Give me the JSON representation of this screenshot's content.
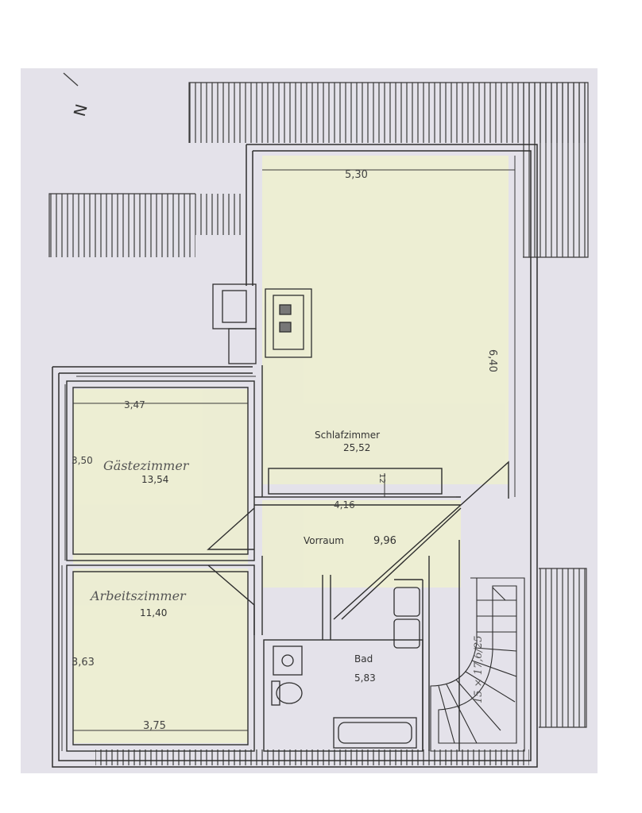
{
  "compass": {
    "label": "N"
  },
  "rooms": {
    "schlafzimmer": {
      "name": "Schlafzimmer",
      "area": "25,52"
    },
    "gaestezimmer": {
      "name": "Gästezimmer",
      "area": "13,54"
    },
    "vorraum": {
      "name": "Vorraum",
      "area": "9,96"
    },
    "arbeitszimmer": {
      "name": "Arbeitszimmer",
      "area": "11,40"
    },
    "bad": {
      "name": "Bad",
      "area": "5,83"
    }
  },
  "dimensions": {
    "schlaf_width": "5,30",
    "schlaf_height": "6,40",
    "gaeste_width": "3,47",
    "gaeste_height": "3,50",
    "vorraum_width": "4,16",
    "arbeit_height": "3,63",
    "arbeit_width": "3,75",
    "door_mark": "12"
  },
  "stairs": {
    "steps": "15 × 17,6/25"
  },
  "colors": {
    "paper": "#e4e2ea",
    "line": "#3a3a3a",
    "wash": "#eef0cf"
  }
}
